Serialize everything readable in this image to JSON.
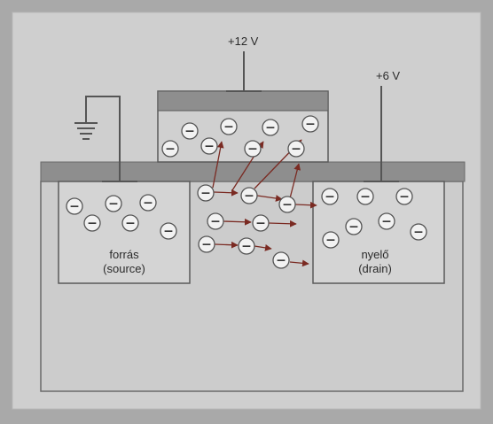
{
  "labels": {
    "gate_voltage": "+12 V",
    "drain_voltage": "+6 V",
    "source_name": "forrás",
    "source_name_en": "(source)",
    "drain_name": "nyelő",
    "drain_name_en": "(drain)"
  },
  "electron": {
    "symbol": "−"
  },
  "icons": {
    "ground": "ground-symbol-icon",
    "electron": "electron-icon",
    "arrow": "arrow-icon"
  },
  "colors": {
    "background": "#a9a9a9",
    "panel": "#cfcfcf",
    "oxide": "#8e8e8e",
    "line": "#555555",
    "arrow": "#7a2a22",
    "electron_fill": "#f2f2f2"
  }
}
